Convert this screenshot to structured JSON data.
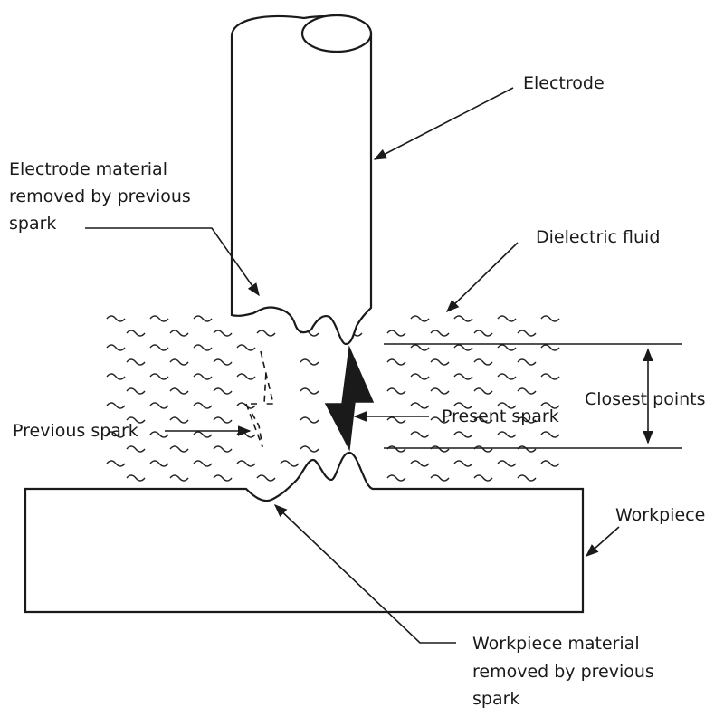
{
  "labels": {
    "electrode": "Electrode",
    "electrode_removed": [
      "Electrode material",
      "removed by previous",
      "spark"
    ],
    "dielectric_fluid": "Dielectric fluid",
    "closest_points": "Closest points",
    "previous_spark": "Previous spark",
    "present_spark": "Present spark",
    "workpiece": "Workpiece",
    "workpiece_removed": [
      "Workpiece material",
      "removed by previous",
      "spark"
    ]
  },
  "colors": {
    "ink": "#1a1a1a",
    "background": "#ffffff"
  }
}
